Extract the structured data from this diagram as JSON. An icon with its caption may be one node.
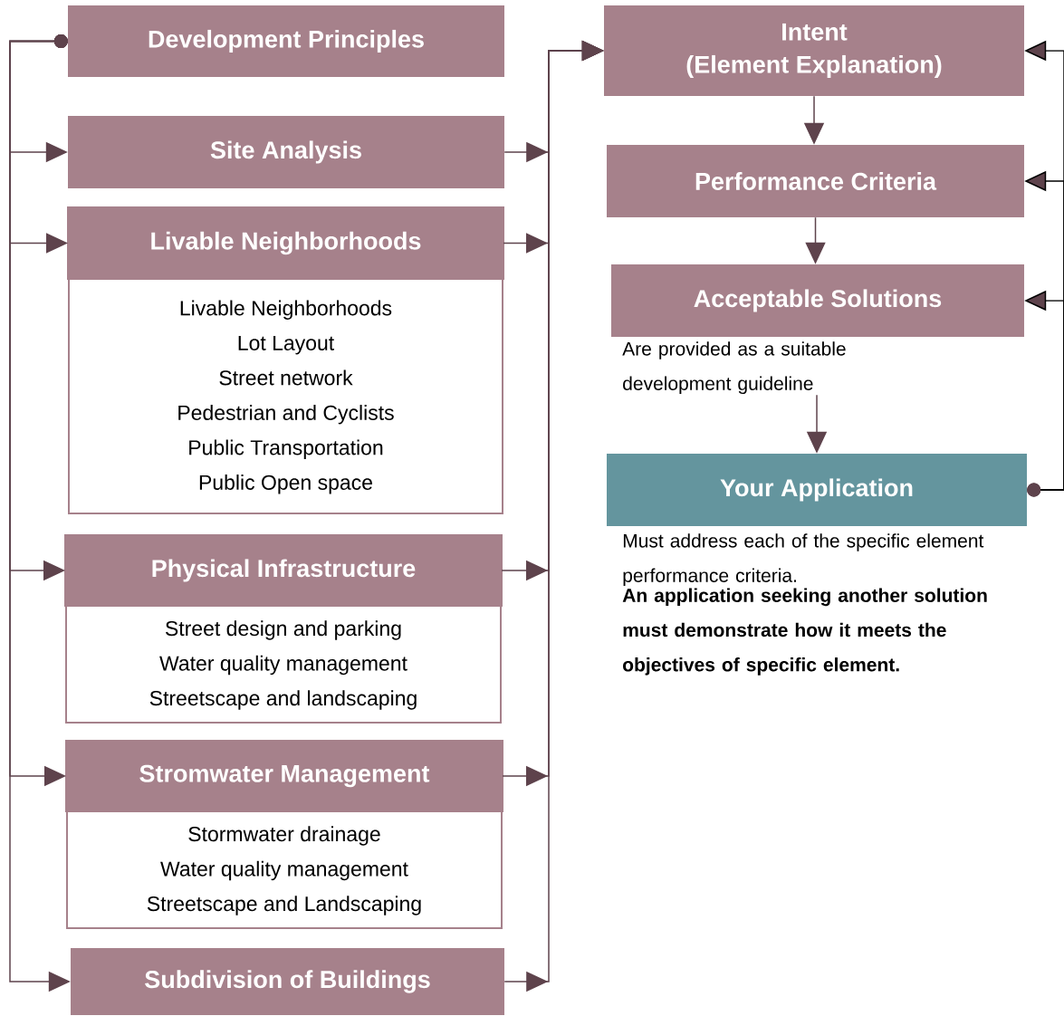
{
  "diagram": {
    "nodes": [
      {
        "text": [
          "Development Principles"
        ]
      },
      {
        "text": [
          "Site Analysis"
        ]
      },
      {
        "text": [
          "Livable Neighborhoods",
          "Livable Neighborhoods",
          "Lot Layout",
          "Street network",
          "Pedestrian and Cyclists",
          "Public Transportation",
          "Public Open space"
        ]
      },
      {
        "text": [
          "Physical Infrastructure",
          "Street design and parking",
          "Water quality management",
          "Streetscape and landscaping"
        ]
      },
      {
        "text": [
          "Stromwater Management",
          "Stormwater drainage",
          "Water quality management",
          "Streetscape and Landscaping"
        ]
      },
      {
        "text": [
          "Subdivision of Buildings"
        ]
      },
      {
        "text": [
          "Intent",
          "(Element Explanation)"
        ]
      },
      {
        "text": [
          "Performance Criteria"
        ]
      },
      {
        "text": [
          "Acceptable Solutions"
        ],
        "beside": [
          "Are provided as a suitable development guideline"
        ]
      },
      {
        "text": [
          "Your Application"
        ],
        "beside": [
          "Must address each of the specific element performance criteria.",
          "An application seeking another solution must demonstrate how it meets the objectives of specific element."
        ]
      }
    ],
    "edges": [
      {
        "from": 0,
        "to": 1,
        "arrow": "to"
      },
      {
        "from": 0,
        "to": 2,
        "arrow": "to"
      },
      {
        "from": 0,
        "to": 3,
        "arrow": "to"
      },
      {
        "from": 0,
        "to": 4,
        "arrow": "to"
      },
      {
        "from": 0,
        "to": 5,
        "arrow": "to"
      },
      {
        "from": 1,
        "to": 6,
        "arrow": "to"
      },
      {
        "from": 2,
        "to": 6,
        "arrow": "to"
      },
      {
        "from": 3,
        "to": 6,
        "arrow": "to"
      },
      {
        "from": 4,
        "to": 6,
        "arrow": "to"
      },
      {
        "from": 5,
        "to": 6,
        "arrow": "to"
      },
      {
        "from": 6,
        "to": 7,
        "arrow": "to"
      },
      {
        "from": 7,
        "to": 8,
        "arrow": "to"
      },
      {
        "from": 8,
        "to": 9,
        "arrow": "to"
      },
      {
        "from": 9,
        "to": 6,
        "arrow": "to",
        "color": "#000000"
      },
      {
        "from": 9,
        "to": 7,
        "arrow": "to",
        "color": "#000000"
      },
      {
        "from": 9,
        "to": 8,
        "arrow": "to",
        "color": "#000000"
      }
    ]
  }
}
